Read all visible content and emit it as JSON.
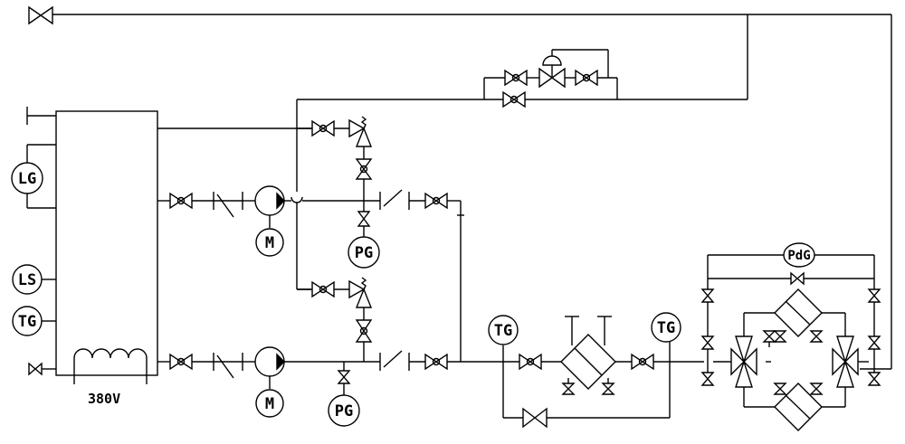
{
  "instruments": {
    "level_gauge": "LG",
    "level_switch": "LS",
    "temp_gauge_tank": "TG",
    "motor_upper": "M",
    "motor_lower": "M",
    "pressure_gauge_upper": "PG",
    "pressure_gauge_lower": "PG",
    "temp_gauge_filter_in": "TG",
    "temp_gauge_filter_out": "TG",
    "diff_pressure_gauge": "PdG"
  },
  "tank": {
    "heater_voltage": "380V"
  }
}
